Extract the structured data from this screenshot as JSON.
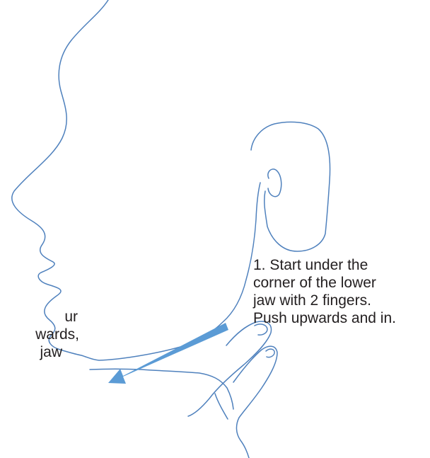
{
  "illustration": {
    "colors": {
      "outline": "#4f81bd",
      "arrow": "#5b9bd5",
      "text": "#231f20"
    },
    "icons": {
      "head": "head-profile-outline",
      "ear": "ear-outline",
      "hand": "two-finger-hand-outline",
      "arrow": "direction-arrow"
    }
  },
  "step1": {
    "line1": "1. Start under the",
    "line2": "corner of the lower",
    "line3": "jaw with 2 fingers.",
    "line4": "Push upwards and in."
  },
  "step2": {
    "line1": "ur",
    "line2": "wards,",
    "line3": "jaw"
  }
}
